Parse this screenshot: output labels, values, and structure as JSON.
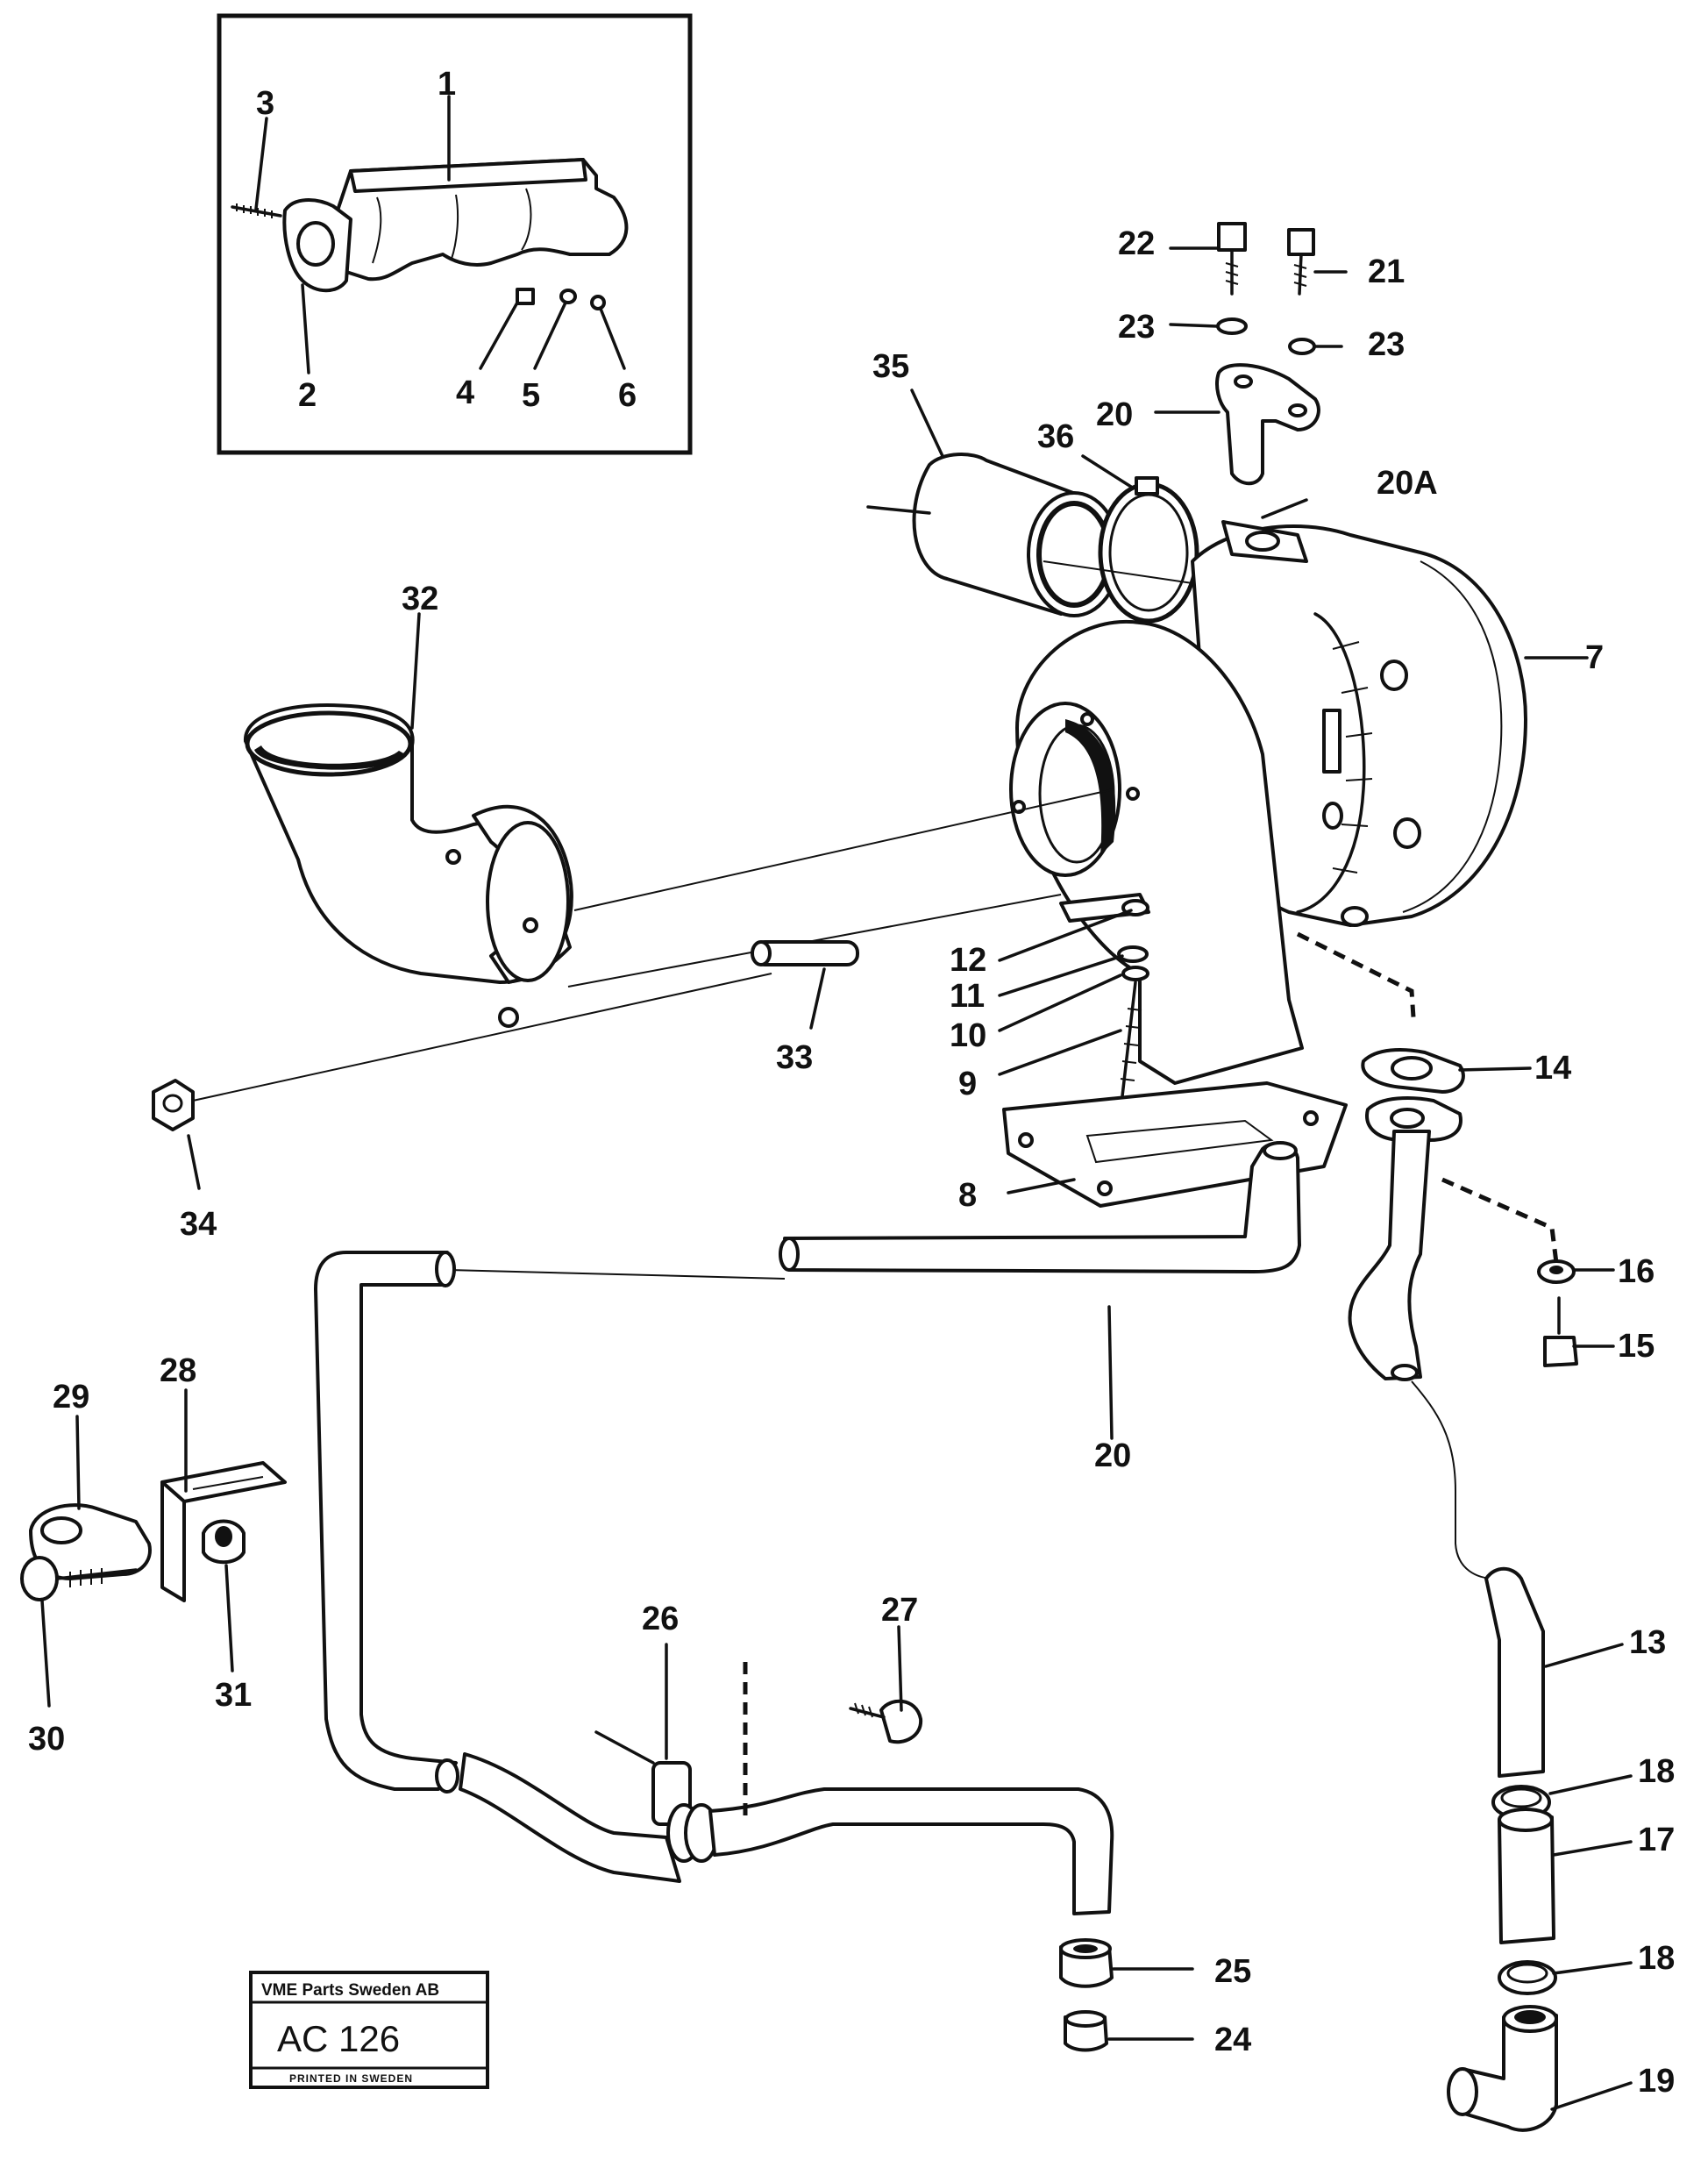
{
  "callouts": {
    "c1": "1",
    "c2": "2",
    "c3": "3",
    "c4": "4",
    "c5": "5",
    "c6": "6",
    "c7": "7",
    "c8": "8",
    "c9": "9",
    "c10": "10",
    "c11": "11",
    "c12": "12",
    "c13": "13",
    "c14": "14",
    "c15": "15",
    "c16": "16",
    "c17": "17",
    "c18a": "18",
    "c18b": "18",
    "c19": "19",
    "c20a": "20",
    "c20b": "20",
    "c20A": "20A",
    "c21": "21",
    "c22": "22",
    "c23a": "23",
    "c23b": "23",
    "c24": "24",
    "c25": "25",
    "c26": "26",
    "c27": "27",
    "c28": "28",
    "c29": "29",
    "c30": "30",
    "c31": "31",
    "c32": "32",
    "c33": "33",
    "c34": "34",
    "c35": "35",
    "c36": "36"
  },
  "stamp": {
    "company": "VME Parts Sweden AB",
    "code": "AC 126",
    "footer": "PRINTED IN SWEDEN"
  }
}
